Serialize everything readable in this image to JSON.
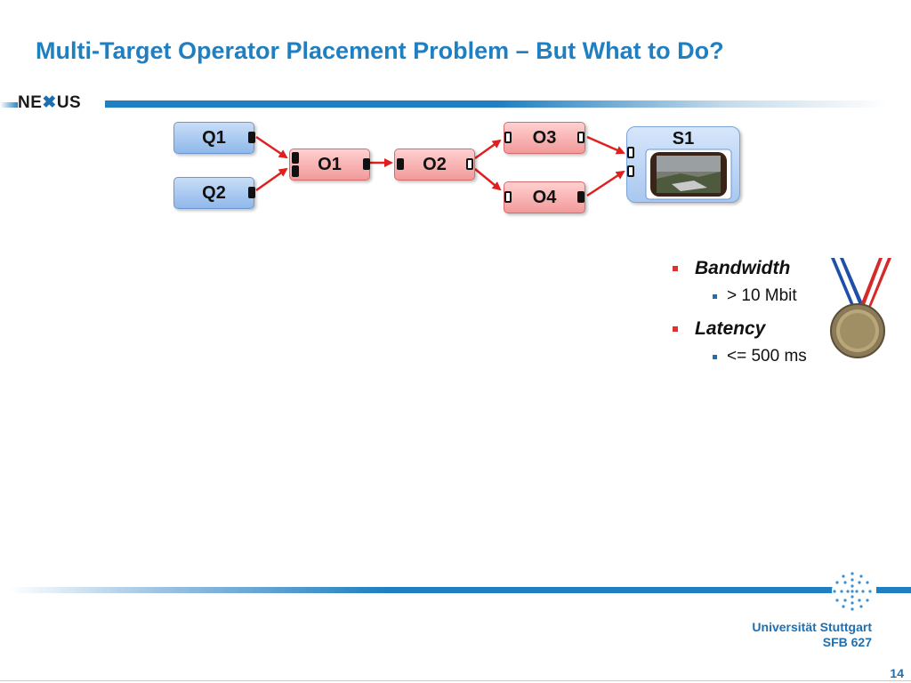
{
  "slide": {
    "title": "Multi-Target Operator Placement Problem – But What to Do?",
    "logo": {
      "left": "NE",
      "mark": "✖",
      "right": "US"
    },
    "diagram": {
      "q1": "Q1",
      "q2": "Q2",
      "o1": "O1",
      "o2": "O2",
      "o3": "O3",
      "o4": "O4",
      "s1": "S1",
      "arrow_color": "#e02020"
    },
    "requirements": [
      {
        "label": "Bandwidth",
        "value": "> 10 Mbit"
      },
      {
        "label": "Latency",
        "value": "<= 500 ms"
      }
    ],
    "footer": {
      "university": "Universität Stuttgart",
      "project": "SFB 627",
      "page_number": "14"
    }
  }
}
